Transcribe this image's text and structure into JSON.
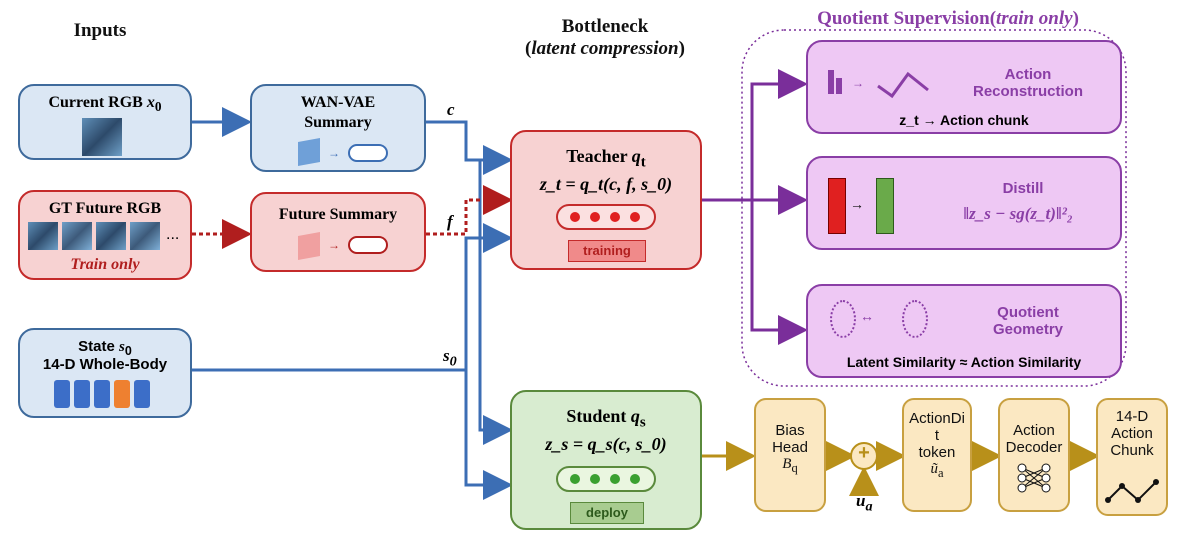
{
  "headers": {
    "inputs": "Inputs",
    "bottleneck_line1": "Bottleneck",
    "bottleneck_line2": "latent compression",
    "quotient_main": "Quotient Supervision(",
    "quotient_italic": "train only",
    "quotient_close": ")"
  },
  "inputs": {
    "current_rgb": {
      "label": "Current RGB",
      "var": "x",
      "sub": "0"
    },
    "gt_future": {
      "label": "GT Future RGB",
      "ellipsis": "...",
      "note": "Train only"
    },
    "state": {
      "line1": "State",
      "var": "s",
      "sub": "0",
      "line2": "14-D Whole-Body"
    }
  },
  "summaries": {
    "wan_vae": {
      "line1": "WAN-VAE",
      "line2": "Summary"
    },
    "future": {
      "label": "Future Summary"
    }
  },
  "edge_labels": {
    "c": "c",
    "f": "f",
    "s0": "s",
    "s0_sub": "0"
  },
  "teacher": {
    "title": "Teacher",
    "var": "q",
    "sub": "t",
    "formula": "z_t = q_t(c, f, s_0)",
    "badge": "training"
  },
  "student": {
    "title": "Student",
    "var": "q",
    "sub": "s",
    "formula": "z_s = q_s(c, s_0)",
    "badge": "deploy"
  },
  "supervision": {
    "action_recon": {
      "title_line1": "Action",
      "title_line2": "Reconstruction",
      "caption": "z_t → Action chunk"
    },
    "distill": {
      "title": "Distill",
      "formula": "‖z_s − sg(z_t)‖²₂"
    },
    "quotient_geometry": {
      "title_line1": "Quotient",
      "title_line2": "Geometry",
      "caption": "Latent Similarity ≈ Action Similarity"
    }
  },
  "pipeline": {
    "bias_head": {
      "line1": "Bias",
      "line2": "Head",
      "var": "B",
      "sub": "q"
    },
    "plus": "+",
    "u_a": {
      "var": "u",
      "sub": "a"
    },
    "actiondit": {
      "line1": "ActionDi",
      "line2": "t",
      "line3": "token",
      "var": "ũ",
      "sub": "a"
    },
    "action_decoder": {
      "line1": "Action",
      "line2": "Decoder"
    },
    "chunk": {
      "line1": "14-D",
      "line2": "Action",
      "line3": "Chunk"
    }
  },
  "colors": {
    "blue_arrow": "#3c6eb4",
    "red_arrow": "#b01e1e",
    "purple_arrow": "#7a2e9a",
    "gold_arrow": "#b8901a",
    "purple_text": "#8a3ea6"
  }
}
